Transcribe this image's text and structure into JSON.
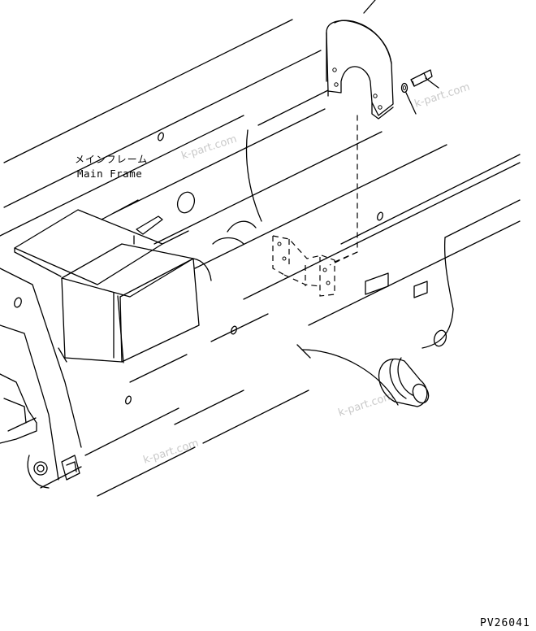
{
  "labels": {
    "main_frame_jp": "メインフレーム",
    "main_frame_en": "Main Frame",
    "drawing_code": "PV26041"
  },
  "watermarks": [
    "k-part.com",
    "k-part.com",
    "k-part.com",
    "k-part.com"
  ]
}
